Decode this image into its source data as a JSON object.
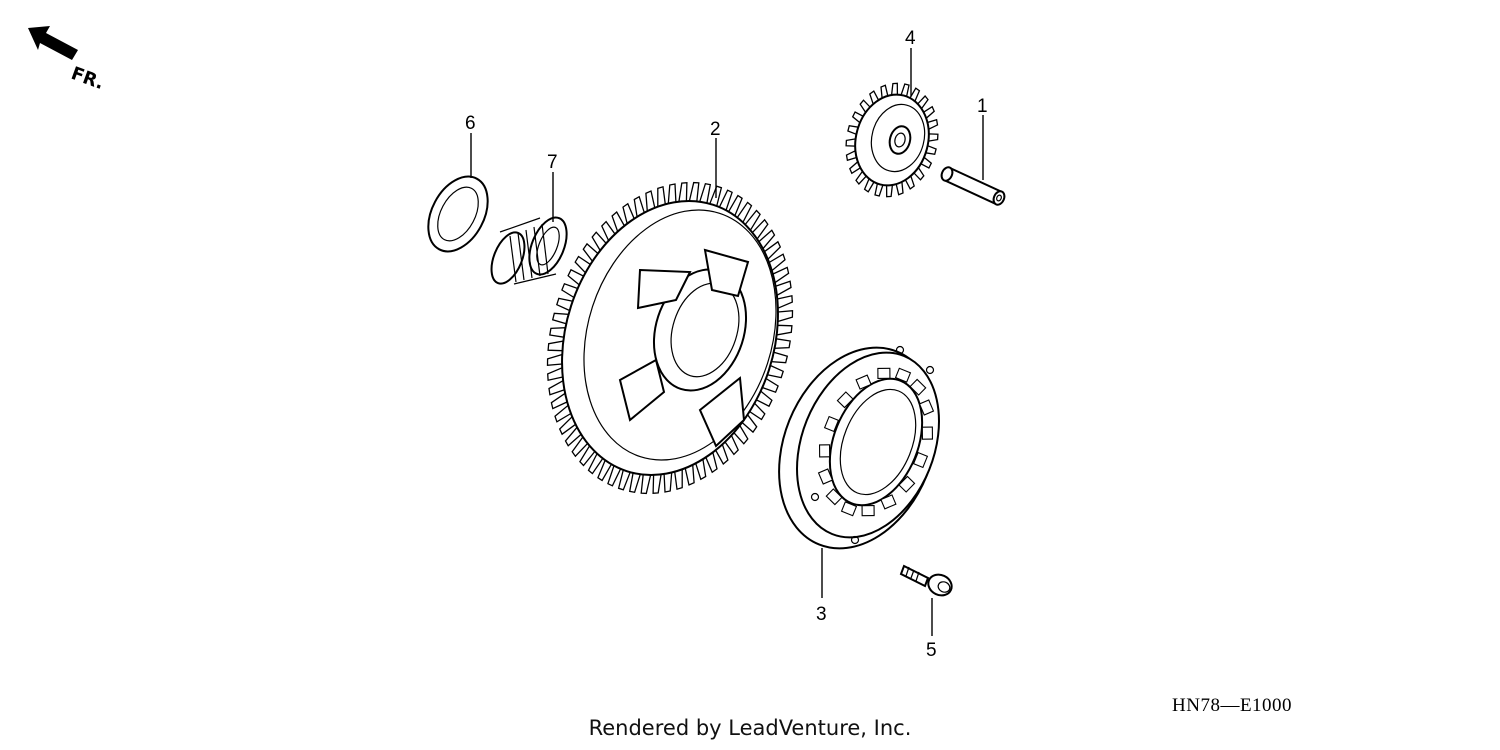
{
  "orientation": {
    "label": "FR."
  },
  "callouts": [
    {
      "id": "part-1",
      "number": "1"
    },
    {
      "id": "part-2",
      "number": "2"
    },
    {
      "id": "part-3",
      "number": "3"
    },
    {
      "id": "part-4",
      "number": "4"
    },
    {
      "id": "part-5",
      "number": "5"
    },
    {
      "id": "part-6",
      "number": "6"
    },
    {
      "id": "part-7",
      "number": "7"
    }
  ],
  "diagram_code": "HN78—E1000",
  "credit": "Rendered by LeadVenture, Inc.",
  "colors": {
    "line": "#000000",
    "background": "#ffffff"
  }
}
